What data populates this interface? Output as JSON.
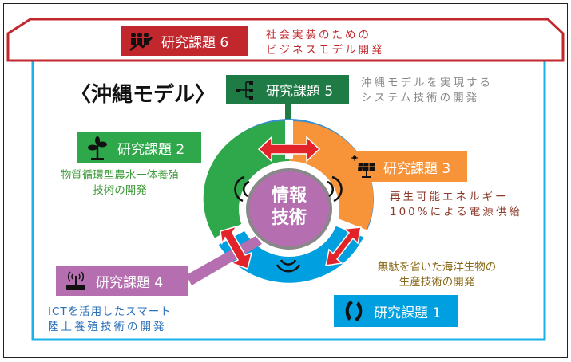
{
  "title": "〈沖縄モデル〉",
  "center": {
    "line1": "情報",
    "line2": "技術"
  },
  "topics": [
    {
      "id": 6,
      "label": "研究課題 6",
      "desc": [
        "社会実装のための",
        "ビジネスモデル開発"
      ],
      "icon": "people-growth-icon",
      "color": "#c1272d",
      "text_color": "#c1272d"
    },
    {
      "id": 5,
      "label": "研究課題 5",
      "desc": [
        "沖縄モデルを実現する",
        "システム技術の開発"
      ],
      "icon": "network-tree-icon",
      "color": "#1e7b45",
      "text_color": "#888888"
    },
    {
      "id": 2,
      "label": "研究課題 2",
      "desc": [
        "物質循環型農水一体養殖",
        "技術の開発"
      ],
      "icon": "plant-icon",
      "color": "#2ea84a",
      "text_color": "#3f9a3a"
    },
    {
      "id": 3,
      "label": "研究課題 3",
      "desc": [
        "再生可能エネルギー",
        "100%による電源供給"
      ],
      "icon": "solar-panel-icon",
      "color": "#f7943a",
      "text_color": "#8b3a2a"
    },
    {
      "id": 4,
      "label": "研究課題 4",
      "desc": [
        "ICTを活用したスマート",
        "陸上養殖技術の開発"
      ],
      "icon": "wifi-router-icon",
      "color": "#b56fb0",
      "text_color": "#2a6fb8"
    },
    {
      "id": 1,
      "label": "研究課題 1",
      "desc": [
        "無駄を省いた海洋生物の",
        "生産技術の開発"
      ],
      "icon": "fish-cycle-icon",
      "color": "#00a0e0",
      "text_color": "#8a6a1a"
    }
  ]
}
